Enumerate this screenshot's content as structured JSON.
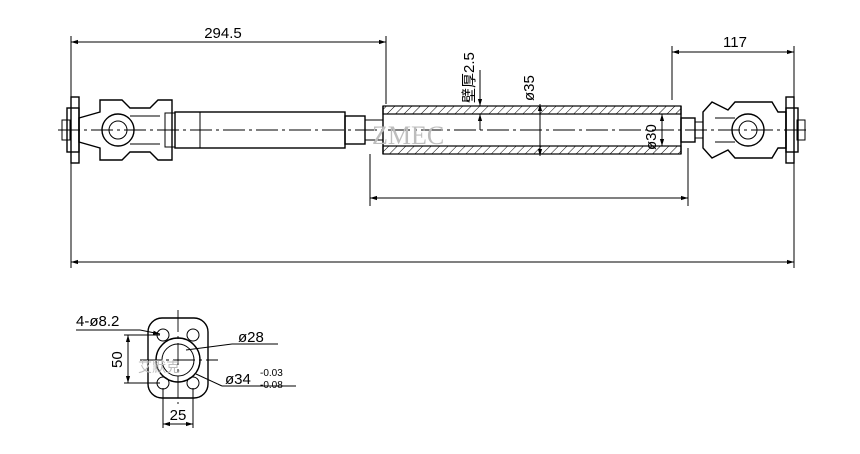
{
  "dimensions": {
    "left_segment": "294.5",
    "right_segment": "117",
    "wall_thickness": "壁厚2.5",
    "tube_outer": "ø35",
    "tube_inner": "ø30",
    "bolt_holes": "4-ø8.2",
    "flange_height": "50",
    "flange_width": "25",
    "bore": "ø28",
    "spigot": "ø34",
    "spigot_tol_upper": "-0.03",
    "spigot_tol_lower": "-0.08"
  },
  "watermark": {
    "main": "ZMEC",
    "small": "艾默克"
  }
}
